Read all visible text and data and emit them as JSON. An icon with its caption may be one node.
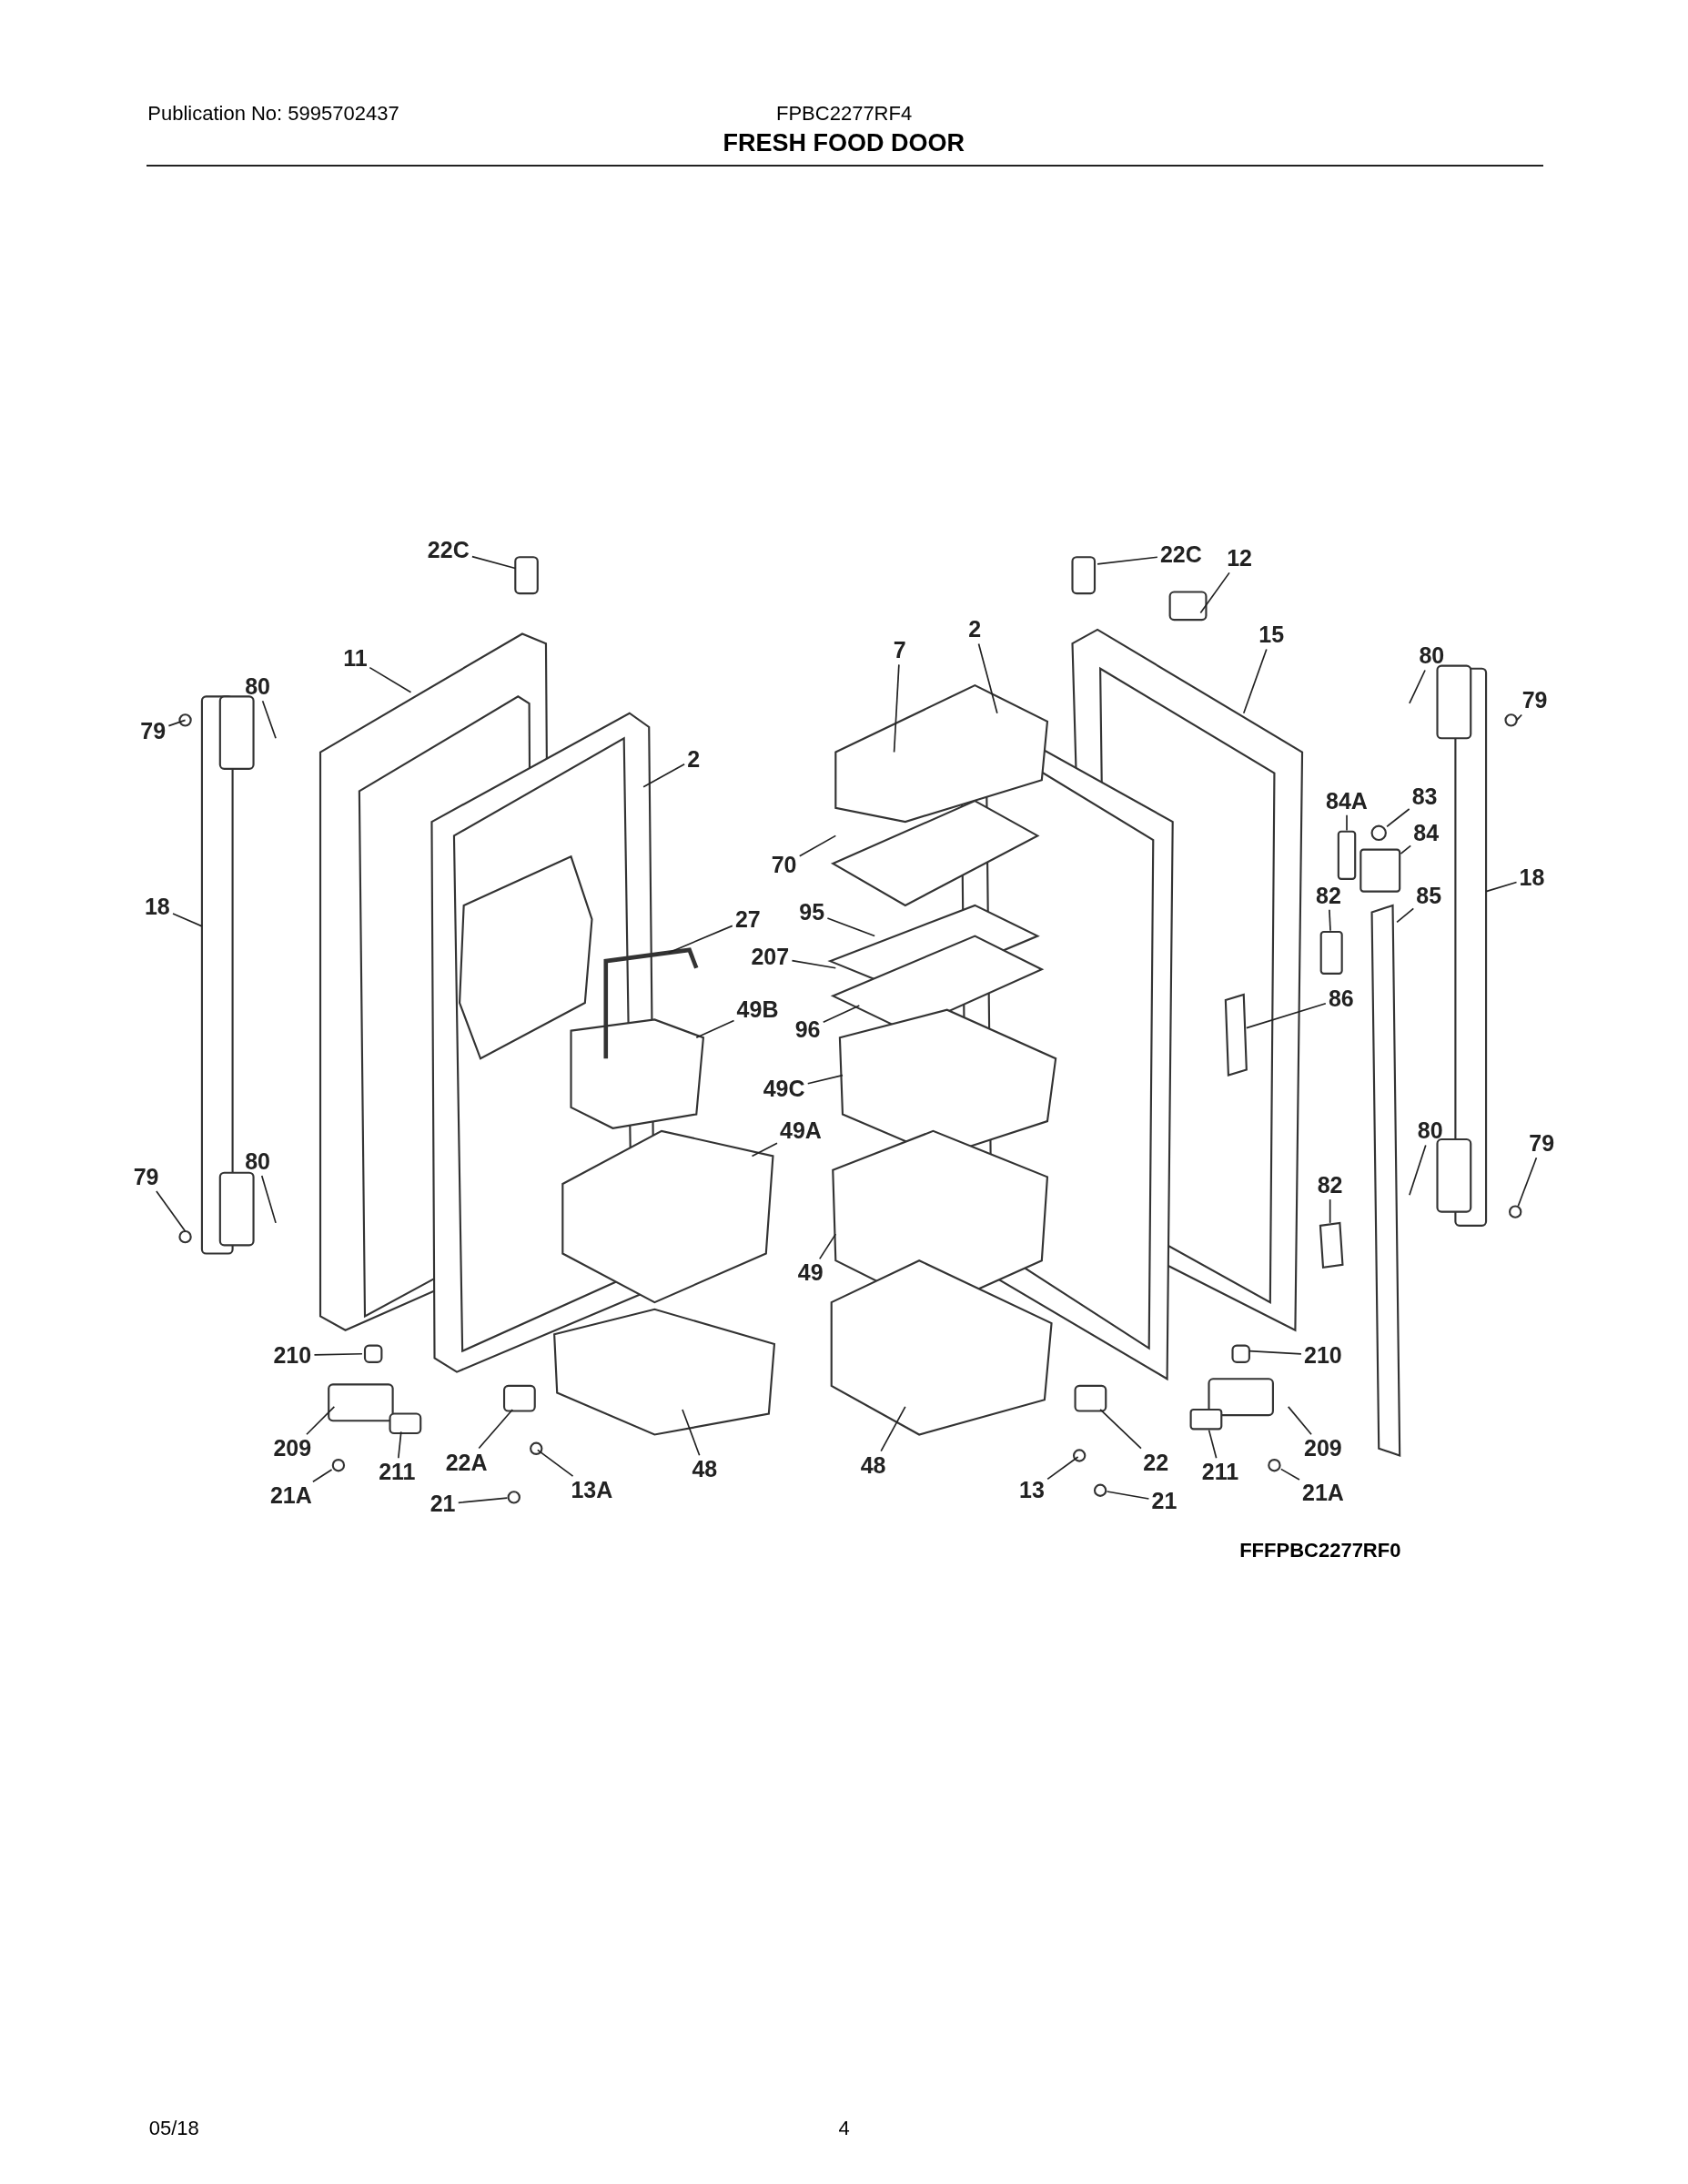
{
  "diagram": {
    "title": "FRESH FOOD DOOR",
    "nodes": [
      {
        "text": [
          "22C"
        ]
      },
      {
        "text": [
          "11"
        ]
      },
      {
        "text": [
          "80"
        ]
      },
      {
        "text": [
          "79"
        ]
      },
      {
        "text": [
          "2"
        ]
      },
      {
        "text": [
          "18"
        ]
      },
      {
        "text": [
          "27"
        ]
      },
      {
        "text": [
          "49B"
        ]
      },
      {
        "text": [
          "80"
        ]
      },
      {
        "text": [
          "79"
        ]
      },
      {
        "text": [
          "49A"
        ]
      },
      {
        "text": [
          "210"
        ]
      },
      {
        "text": [
          "209"
        ]
      },
      {
        "text": [
          "22A"
        ]
      },
      {
        "text": [
          "211"
        ]
      },
      {
        "text": [
          "21A"
        ]
      },
      {
        "text": [
          "13A"
        ]
      },
      {
        "text": [
          "21"
        ]
      },
      {
        "text": [
          "48"
        ]
      },
      {
        "text": [
          "22C"
        ]
      },
      {
        "text": [
          "12"
        ]
      },
      {
        "text": [
          "7"
        ]
      },
      {
        "text": [
          "2"
        ]
      },
      {
        "text": [
          "15"
        ]
      },
      {
        "text": [
          "80"
        ]
      },
      {
        "text": [
          "79"
        ]
      },
      {
        "text": [
          "84A"
        ]
      },
      {
        "text": [
          "83"
        ]
      },
      {
        "text": [
          "84"
        ]
      },
      {
        "text": [
          "82"
        ]
      },
      {
        "text": [
          "85"
        ]
      },
      {
        "text": [
          "18"
        ]
      },
      {
        "text": [
          "70"
        ]
      },
      {
        "text": [
          "95"
        ]
      },
      {
        "text": [
          "207"
        ]
      },
      {
        "text": [
          "96"
        ]
      },
      {
        "text": [
          "86"
        ]
      },
      {
        "text": [
          "49C"
        ]
      },
      {
        "text": [
          "80"
        ]
      },
      {
        "text": [
          "79"
        ]
      },
      {
        "text": [
          "82"
        ]
      },
      {
        "text": [
          "49"
        ]
      },
      {
        "text": [
          "210"
        ]
      },
      {
        "text": [
          "209"
        ]
      },
      {
        "text": [
          "22"
        ]
      },
      {
        "text": [
          "211"
        ]
      },
      {
        "text": [
          "21A"
        ]
      },
      {
        "text": [
          "13"
        ]
      },
      {
        "text": [
          "21"
        ]
      },
      {
        "text": [
          "48"
        ]
      },
      {
        "text": [],
        "shape": "circle"
      },
      {
        "text": [],
        "shape": "circle"
      },
      {
        "text": [],
        "shape": "box"
      },
      {
        "text": [],
        "shape": "circle"
      },
      {
        "text": [],
        "shape": "box"
      },
      {
        "text": [],
        "shape": "box"
      },
      {
        "text": [],
        "shape": "box"
      },
      {
        "text": [],
        "shape": "circle"
      },
      {
        "text": [],
        "shape": "circle"
      }
    ],
    "edges": [
      {
        "from": 0,
        "to": null,
        "arrow": "none"
      },
      {
        "from": 1,
        "to": null,
        "arrow": "none"
      },
      {
        "from": 2,
        "to": null,
        "arrow": "none"
      },
      {
        "from": 3,
        "to": null,
        "arrow": "none"
      },
      {
        "from": 4,
        "to": null,
        "arrow": "none"
      },
      {
        "from": 5,
        "to": null,
        "arrow": "none"
      },
      {
        "from": 6,
        "to": null,
        "arrow": "none"
      },
      {
        "from": 7,
        "to": null,
        "arrow": "none"
      },
      {
        "from": 8,
        "to": null,
        "arrow": "none"
      },
      {
        "from": 9,
        "to": null,
        "arrow": "none"
      },
      {
        "from": 10,
        "to": null,
        "arrow": "none"
      },
      {
        "from": 11,
        "to": null,
        "arrow": "none"
      },
      {
        "from": 12,
        "to": null,
        "arrow": "none"
      },
      {
        "from": 13,
        "to": null,
        "arrow": "none"
      },
      {
        "from": 14,
        "to": null,
        "arrow": "none"
      },
      {
        "from": 15,
        "to": 50,
        "arrow": "none"
      },
      {
        "from": 16,
        "to": null,
        "arrow": "none"
      },
      {
        "from": 17,
        "to": 51,
        "arrow": "none"
      },
      {
        "from": 18,
        "to": null,
        "arrow": "none"
      },
      {
        "from": 19,
        "to": null,
        "arrow": "none"
      },
      {
        "from": 20,
        "to": null,
        "arrow": "none"
      },
      {
        "from": 21,
        "to": null,
        "arrow": "none"
      },
      {
        "from": 22,
        "to": null,
        "arrow": "none"
      },
      {
        "from": 23,
        "to": null,
        "arrow": "none"
      },
      {
        "from": 24,
        "to": null,
        "arrow": "none"
      },
      {
        "from": 25,
        "to": null,
        "arrow": "none"
      },
      {
        "from": 26,
        "to": 52,
        "arrow": "none"
      },
      {
        "from": 27,
        "to": 53,
        "arrow": "none"
      },
      {
        "from": 28,
        "to": 54,
        "arrow": "none"
      },
      {
        "from": 29,
        "to": 55,
        "arrow": "none"
      },
      {
        "from": 30,
        "to": null,
        "arrow": "none"
      },
      {
        "from": 31,
        "to": null,
        "arrow": "none"
      },
      {
        "from": 32,
        "to": null,
        "arrow": "none"
      },
      {
        "from": 33,
        "to": null,
        "arrow": "none"
      },
      {
        "from": 34,
        "to": null,
        "arrow": "none"
      },
      {
        "from": 35,
        "to": null,
        "arrow": "none"
      },
      {
        "from": 36,
        "to": null,
        "arrow": "none"
      },
      {
        "from": 37,
        "to": null,
        "arrow": "none"
      },
      {
        "from": 38,
        "to": null,
        "arrow": "none"
      },
      {
        "from": 39,
        "to": null,
        "arrow": "none"
      },
      {
        "from": 40,
        "to": null,
        "arrow": "none"
      },
      {
        "from": 41,
        "to": null,
        "arrow": "none"
      },
      {
        "from": 42,
        "to": null,
        "arrow": "none"
      },
      {
        "from": 43,
        "to": null,
        "arrow": "none"
      },
      {
        "from": 44,
        "to": null,
        "arrow": "none"
      },
      {
        "from": 45,
        "to": 56,
        "arrow": "none"
      },
      {
        "from": 46,
        "to": 57,
        "arrow": "none"
      },
      {
        "from": 47,
        "to": null,
        "arrow": "none"
      },
      {
        "from": 48,
        "to": 58,
        "arrow": "none"
      },
      {
        "from": 49,
        "to": null,
        "arrow": "none"
      }
    ],
    "labels": [
      "Publication No: 5995702437",
      "FPBC2277RF4",
      "FFFPBC2277RF0",
      "05/18",
      "4"
    ]
  }
}
